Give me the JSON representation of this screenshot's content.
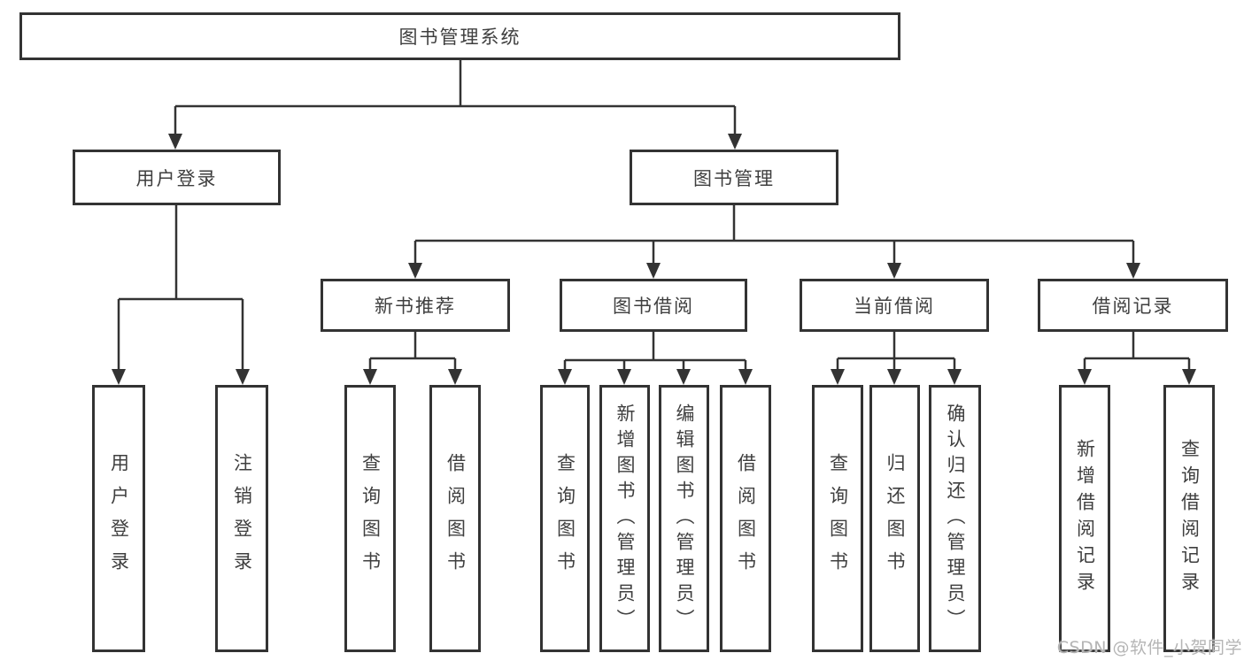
{
  "diagram": {
    "title": "图书管理系统",
    "nodes": {
      "root": "图书管理系统",
      "user_login": "用户登录",
      "book_management": "图书管理",
      "new_book_recommend": "新书推荐",
      "book_borrow": "图书借阅",
      "current_borrow": "当前借阅",
      "borrow_records": "借阅记录",
      "leaf_user_login": "用户登录",
      "leaf_logout": "注销登录",
      "leaf_recommend_query": "查询图书",
      "leaf_recommend_borrow": "借阅图书",
      "leaf_borrow_query": "查询图书",
      "leaf_borrow_add": "新增图书（管理员）",
      "leaf_borrow_edit": "编辑图书（管理员）",
      "leaf_borrow_borrow": "借阅图书",
      "leaf_current_query": "查询图书",
      "leaf_current_return": "归还图书",
      "leaf_current_confirm": "确认归还（管理员）",
      "leaf_records_add": "新增借阅记录",
      "leaf_records_query": "查询借阅记录"
    },
    "hierarchy": {
      "图书管理系统": {
        "用户登录": [
          "用户登录",
          "注销登录"
        ],
        "图书管理": {
          "新书推荐": [
            "查询图书",
            "借阅图书"
          ],
          "图书借阅": [
            "查询图书",
            "新增图书（管理员）",
            "编辑图书（管理员）",
            "借阅图书"
          ],
          "当前借阅": [
            "查询图书",
            "归还图书",
            "确认归还（管理员）"
          ],
          "借阅记录": [
            "新增借阅记录",
            "查询借阅记录"
          ]
        }
      }
    }
  },
  "watermark": "CSDN @软件_小贺同学",
  "colors": {
    "line": "#333333",
    "text": "#3f3f3f",
    "watermark": "#b5b5b5",
    "background": "#ffffff"
  }
}
